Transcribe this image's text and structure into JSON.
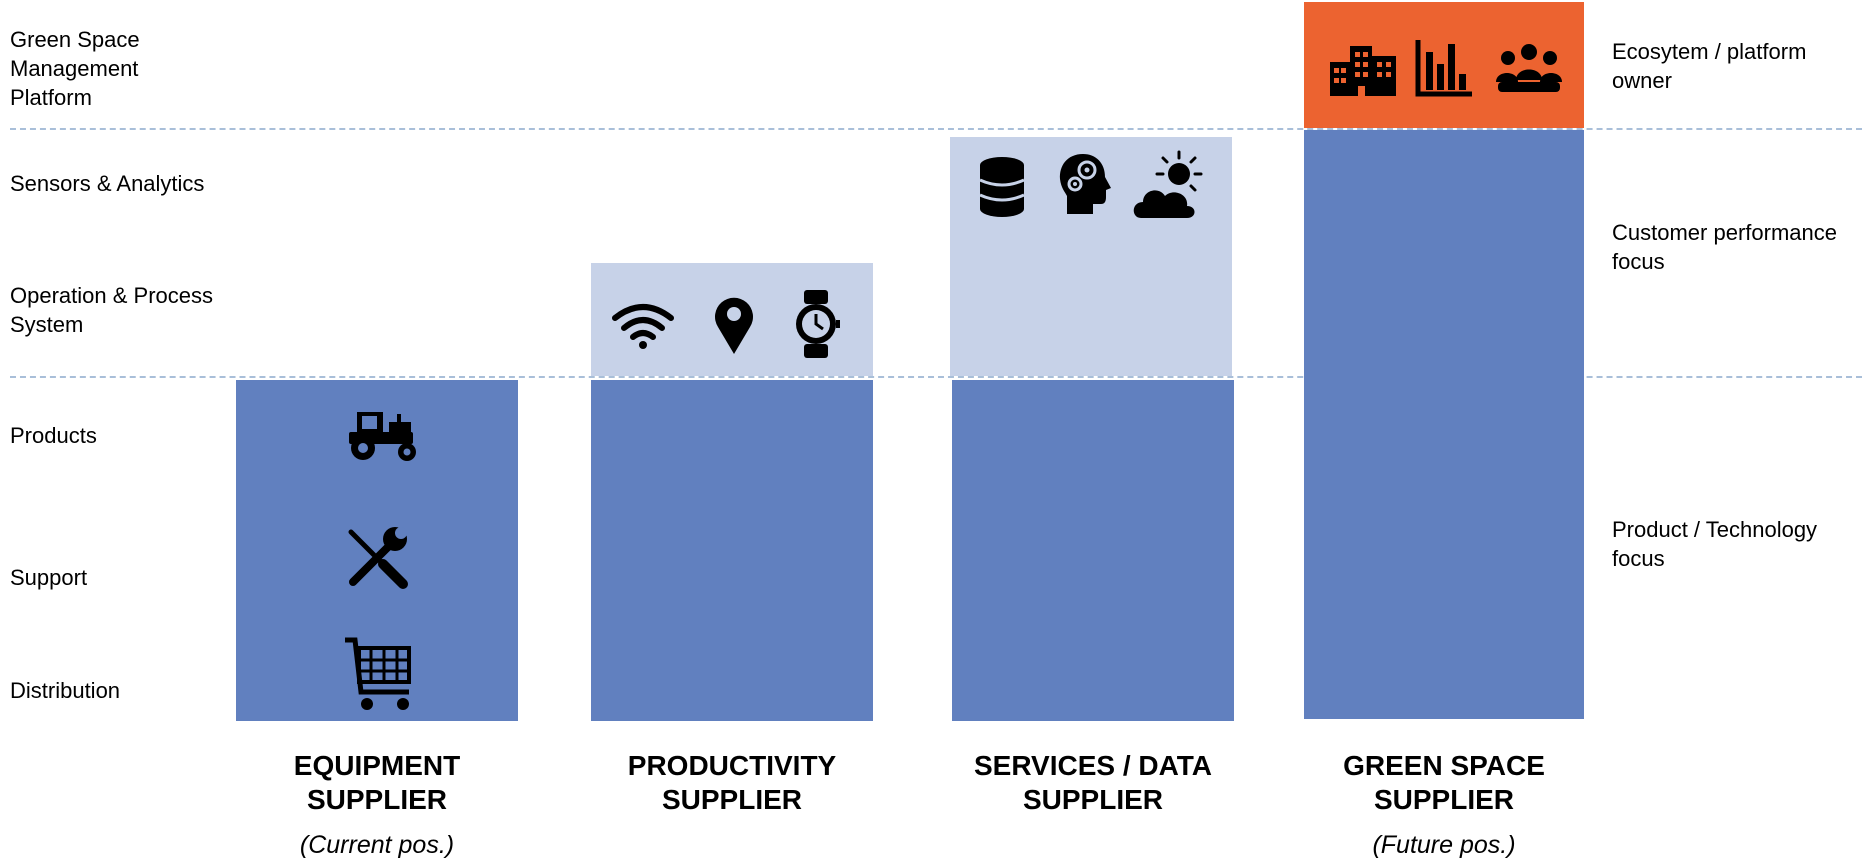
{
  "rows": {
    "green_space_platform": "Green Space\nManagement\nPlatform",
    "sensors_analytics": "Sensors & Analytics",
    "operation_process": "Operation & Process\nSystem",
    "products": "Products",
    "support": "Support",
    "distribution": "Distribution"
  },
  "focus": {
    "ecosystem": "Ecosytem / platform\nowner",
    "customer": "Customer performance\nfocus",
    "product": "Product / Technology\nfocus"
  },
  "columns": [
    {
      "title": "EQUIPMENT\nSUPPLIER",
      "subtitle": "(Current pos.)",
      "icons": [
        "tractor-icon",
        "tools-icon",
        "shopping-cart-icon"
      ]
    },
    {
      "title": "PRODUCTIVITY\nSUPPLIER",
      "subtitle": "",
      "icons": [
        "wifi-icon",
        "map-pin-icon",
        "smartwatch-icon"
      ]
    },
    {
      "title": "SERVICES / DATA\nSUPPLIER",
      "subtitle": "",
      "icons": [
        "database-icon",
        "head-gears-icon",
        "sun-cloud-icon"
      ]
    },
    {
      "title": "GREEN SPACE\nSUPPLIER",
      "subtitle": "(Future pos.)",
      "icons": [
        "city-buildings-icon",
        "bar-chart-icon",
        "people-group-icon"
      ]
    }
  ],
  "colors": {
    "product_block": "#6180bf",
    "system_block": "#c7d2e8",
    "platform_block": "#ec6330",
    "divider": "#a9bfd9"
  }
}
